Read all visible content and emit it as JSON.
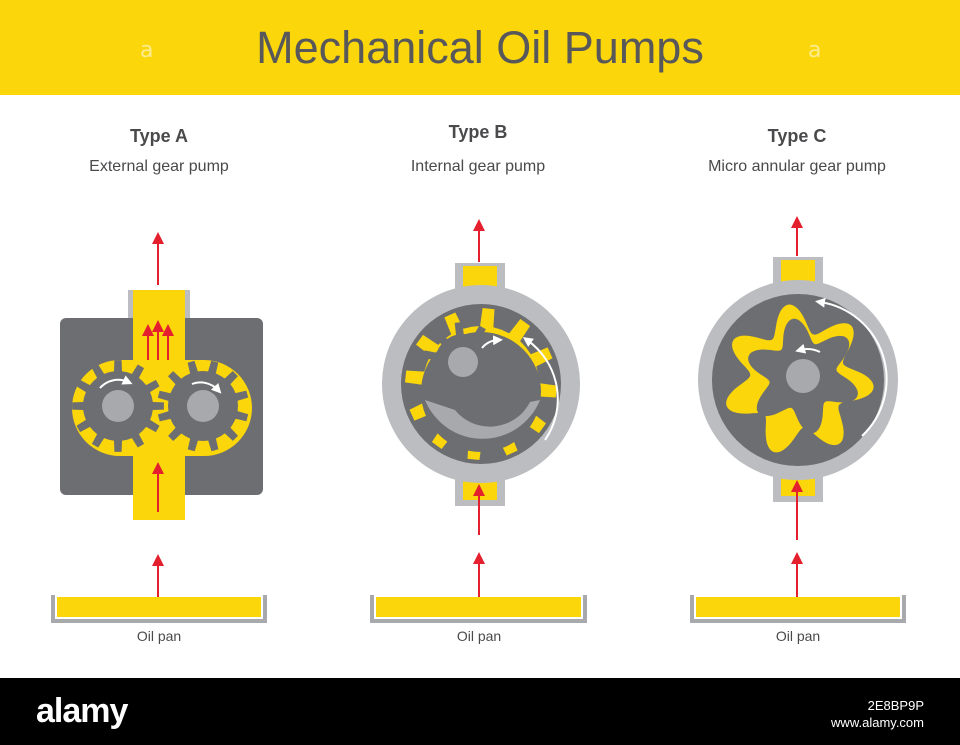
{
  "title": "Mechanical Oil Pumps",
  "watermark_glyph": "a",
  "colors": {
    "yellow": "#fad60a",
    "gear_gray": "#6d6e71",
    "light_gray": "#bcbdc0",
    "arrow_red": "#e5202e",
    "text": "#4a4a4c"
  },
  "pumps": [
    {
      "type": "Type A",
      "name": "External gear pump",
      "pan_label": "Oil pan"
    },
    {
      "type": "Type B",
      "name": "Internal gear pump",
      "pan_label": "Oil pan"
    },
    {
      "type": "Type C",
      "name": "Micro annular gear pump",
      "pan_label": "Oil pan"
    }
  ],
  "footer": {
    "brand": "alamy",
    "image_id": "2E8BP9P",
    "site": "www.alamy.com"
  }
}
